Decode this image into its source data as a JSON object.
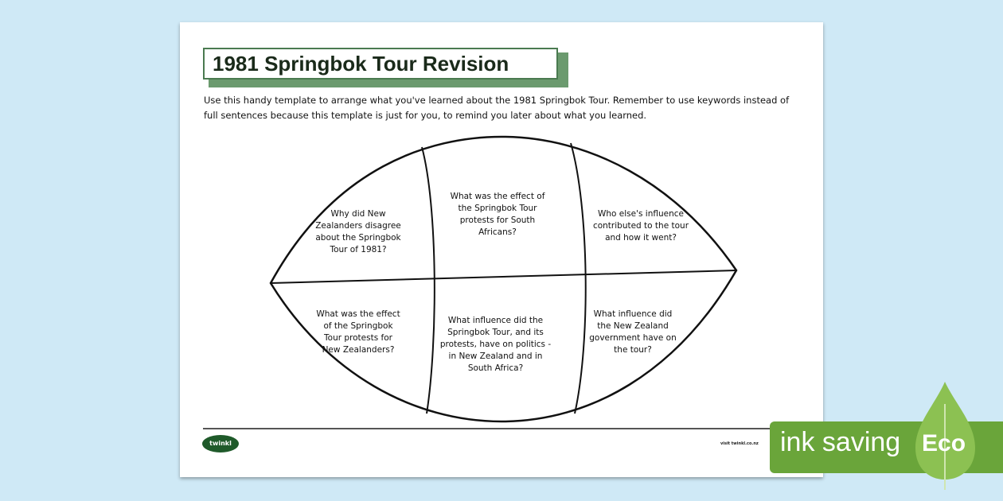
{
  "title": "1981 Springbok Tour Revision",
  "intro": "Use this handy template to arrange what you've learned about the 1981 Springbok Tour. Remember to use keywords instead of full sentences because this template is just for you, to remind you later about what you learned.",
  "questions": [
    "Why did New Zealanders disagree about the Springbok Tour of 1981?",
    "What was the effect of the Springbok Tour protests for South Africans?",
    "Who else's influence contributed to the tour and how it went?",
    "What was the effect of the Springbok Tour protests for New Zealanders?",
    "What influence did the Springbok Tour, and its protests, have on politics - in New Zealand and in South Africa?",
    "What influence did the New Zealand government have on the tour?"
  ],
  "footer": {
    "logo": "twinkl",
    "text": "visit twinkl.co.nz"
  },
  "badge": {
    "label": "ink saving",
    "eco": "Eco"
  },
  "colors": {
    "background": "#cfe9f6",
    "accent": "#6b9a6e",
    "badge": "#6aa53a",
    "leaf": "#8cc152"
  }
}
